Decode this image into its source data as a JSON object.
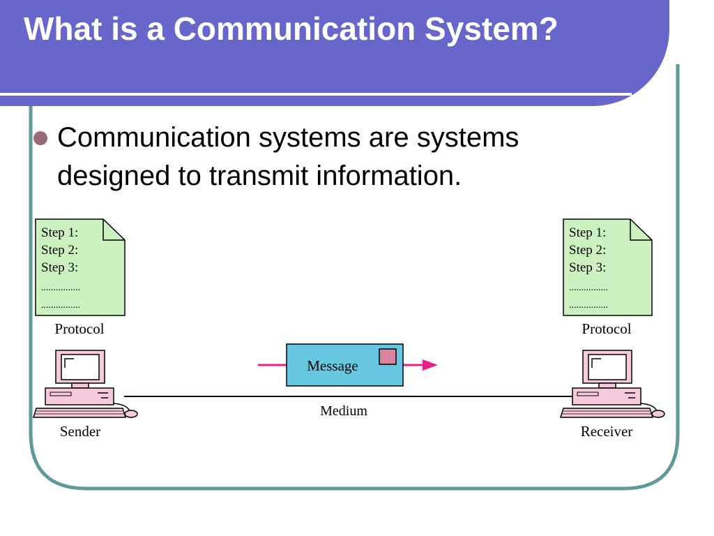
{
  "slide": {
    "title": "What is a Communication System?",
    "bullet": "Communication systems are systems designed to transmit information."
  },
  "diagram": {
    "sender": {
      "label": "Sender",
      "protocol_label": "Protocol",
      "protocol_lines": [
        "Step 1:",
        "Step 2:",
        "Step 3:",
        "................",
        "................"
      ]
    },
    "receiver": {
      "label": "Receiver",
      "protocol_label": "Protocol",
      "protocol_lines": [
        "Step 1:",
        "Step 2:",
        "Step 3:",
        "................",
        "................"
      ]
    },
    "message_label": "Message",
    "medium_label": "Medium"
  },
  "colors": {
    "title_bar": "#6767cb",
    "frame_border": "#5f9a9a",
    "bullet_dot": "#9a6a74",
    "protocol_doc": "#ccf2c0",
    "message_box": "#66c8e0",
    "stamp": "#d9849e",
    "arrow": "#ec1e8c",
    "computer": "#f7c9dc"
  }
}
